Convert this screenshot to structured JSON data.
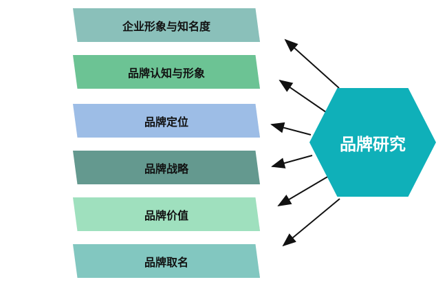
{
  "center": {
    "label": "品牌研究",
    "color": "#0fb0b9"
  },
  "items": [
    {
      "label": "企业形象与知名度",
      "color": "#8ac0ba"
    },
    {
      "label": "品牌认知与形象",
      "color": "#6cc394"
    },
    {
      "label": "品牌定位",
      "color": "#9dbde6"
    },
    {
      "label": "品牌战略",
      "color": "#64998f"
    },
    {
      "label": "品牌价值",
      "color": "#9fe0be"
    },
    {
      "label": "品牌取名",
      "color": "#82c7c0"
    }
  ]
}
